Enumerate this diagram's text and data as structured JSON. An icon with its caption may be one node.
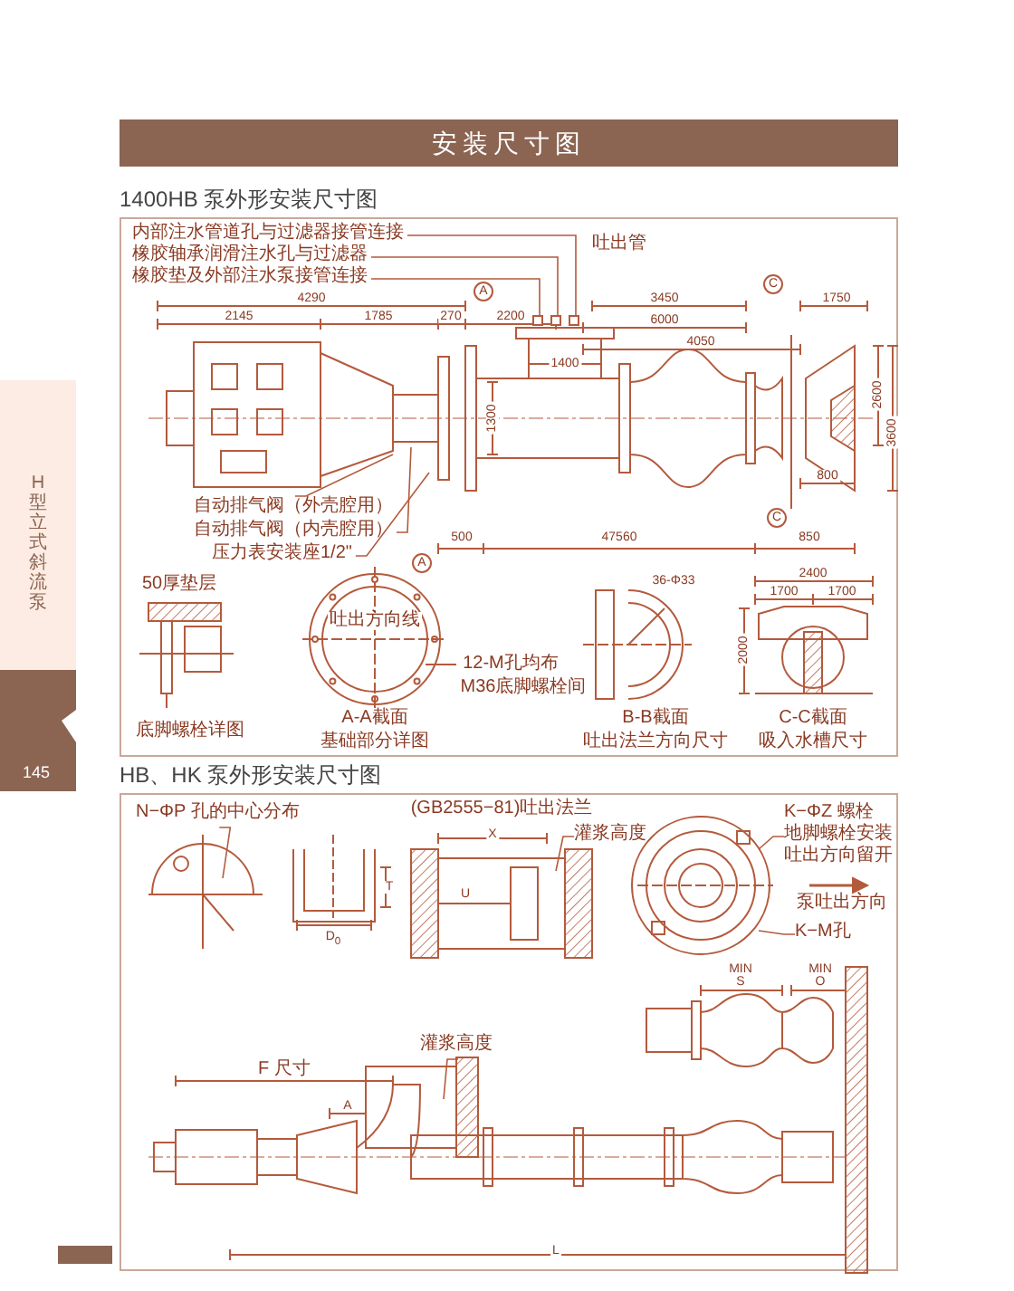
{
  "diagram": {
    "title": "安装尺寸图",
    "nodes": [
      {
        "text": [
          "1400HB 泵外形安装尺寸图"
        ]
      },
      {
        "text": [
          "内部注水管道孔与过滤器接管连接"
        ],
        "in": 0
      },
      {
        "text": [
          "橡胶轴承润滑注水孔与过滤器"
        ],
        "in": 0
      },
      {
        "text": [
          "橡胶垫及外部注水泵接管连接"
        ],
        "in": 0
      },
      {
        "text": [
          "自动排气阀（外壳腔用）"
        ],
        "in": 0
      },
      {
        "text": [
          "自动排气阀（内壳腔用）"
        ],
        "in": 0
      },
      {
        "text": [
          "压力表安装座1/2\""
        ],
        "in": 0
      },
      {
        "text": [
          "HB、HK 泵外形安装尺寸图"
        ]
      },
      {
        "text": [
          "N−ΦP 孔的中心分布"
        ],
        "in": 7
      },
      {
        "text": [
          "灌浆高度"
        ],
        "in": 7
      },
      {
        "text": [
          "K−ΦZ 螺栓",
          "地脚螺栓安装",
          "吐出方向留开"
        ],
        "in": 7
      },
      {
        "text": [
          "K−M孔"
        ],
        "in": 7
      },
      {
        "text": [
          "灌浆高度"
        ],
        "in": 7
      },
      {
        "text": [],
        "shape": "box",
        "in": 0
      },
      {
        "text": [],
        "shape": "box",
        "in": 0
      },
      {
        "text": [],
        "shape": "box",
        "in": 0
      }
    ],
    "edges": [
      {
        "from": 1,
        "to": 15,
        "arrow": "none"
      },
      {
        "from": 2,
        "to": 14,
        "arrow": "none"
      },
      {
        "from": 3,
        "to": 13,
        "arrow": "none"
      },
      {
        "from": 4,
        "to": null,
        "arrow": "none"
      },
      {
        "from": 5,
        "to": null,
        "arrow": "none"
      },
      {
        "from": 6,
        "to": null,
        "arrow": "none"
      },
      {
        "from": 8,
        "to": null,
        "arrow": "none"
      },
      {
        "from": 9,
        "to": null,
        "arrow": "none"
      },
      {
        "from": 10,
        "to": null,
        "arrow": "none"
      },
      {
        "from": 11,
        "to": null,
        "arrow": "none"
      },
      {
        "from": 12,
        "to": null,
        "arrow": "none"
      }
    ],
    "labels": [
      "4290",
      "2145",
      "1785",
      "270",
      "2200",
      "A",
      "吐出管",
      "3450",
      "6000",
      "4050",
      "C",
      "1750",
      "1400",
      "1300",
      "2600",
      "3600",
      "800",
      "500",
      "A",
      "47560",
      "C",
      "850",
      "50厚垫层",
      "吐出方向线",
      "2400",
      "1700",
      "1700",
      "36-Φ33",
      "2000",
      "12-M孔均布",
      "M36底脚螺栓间",
      "底脚螺栓详图",
      "A-A截面",
      "基础部分详图",
      "B-B截面",
      "吐出法兰方向尺寸",
      "C-C截面",
      "吸入水槽尺寸",
      "(GB2555−81)吐出法兰",
      "X",
      "T",
      "U",
      "D$_{0}$",
      "泵吐出方向",
      "MIN S",
      "MIN O",
      "F 尺寸",
      "A",
      "L",
      "H 型立式斜流泵",
      "145"
    ]
  }
}
